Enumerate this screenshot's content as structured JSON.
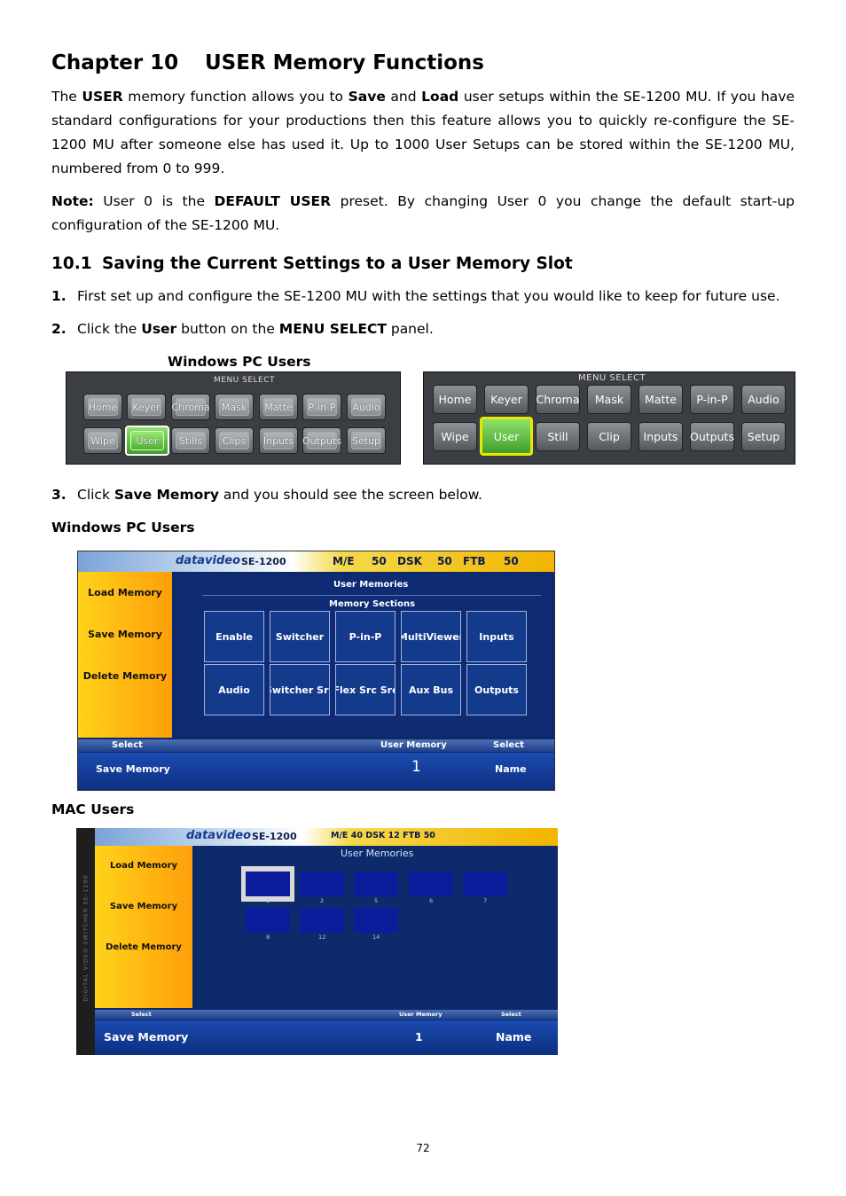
{
  "chapter": {
    "label": "Chapter 10",
    "title": "USER Memory Functions"
  },
  "intro": {
    "p1_a": "The ",
    "p1_b": "USER",
    "p1_c": " memory function allows you to ",
    "p1_d": "Save",
    "p1_e": " and ",
    "p1_f": "Load",
    "p1_g": " user setups within the SE-1200 MU. If you have standard configurations for your productions then this feature allows you to quickly re-configure the SE-1200 MU after someone else has used it. Up to 1000 User Setups can be stored within the SE-1200 MU, numbered from 0 to 999.",
    "note_label": "Note:",
    "note_a": " User 0 is the ",
    "note_b": "DEFAULT USER",
    "note_c": " preset. By changing User 0 you change the default start-up configuration of the SE-1200 MU."
  },
  "section": {
    "num": "10.1",
    "title": "Saving the Current Settings to a User Memory Slot"
  },
  "steps": [
    {
      "n": "1.",
      "text": "First set up and configure the SE-1200 MU with the settings that you would like to keep for future use."
    },
    {
      "n": "2.",
      "a": "Click the ",
      "b": "User",
      "c": " button on the ",
      "d": "MENU SELECT",
      "e": " panel."
    },
    {
      "n": "3.",
      "a": "Click ",
      "b": "Save Memory",
      "c": " and you should see the screen below."
    }
  ],
  "captions": {
    "pc1": "Windows PC Users",
    "pc2": "Windows PC Users",
    "mac": "MAC Users"
  },
  "menu_pc": {
    "title": "MENU SELECT",
    "row1": [
      "Home",
      "Keyer",
      "Chroma",
      "Mask",
      "Matte",
      "P-in-P",
      "Audio"
    ],
    "row2": [
      "Wipe",
      "User",
      "Stills",
      "Clips",
      "Inputs",
      "Outputs",
      "Setup"
    ]
  },
  "menu_mac": {
    "title": "MENU SELECT",
    "row1": [
      "Home",
      "Keyer",
      "Chroma",
      "Mask",
      "Matte",
      "P-in-P",
      "Audio"
    ],
    "row2": [
      "Wipe",
      "User",
      "Still",
      "Clip",
      "Inputs",
      "Outputs",
      "Setup"
    ]
  },
  "screen_pc": {
    "logo": "datavideo",
    "model": "SE-1200",
    "status": [
      "M/E",
      "50",
      "DSK",
      "50",
      "FTB",
      "50"
    ],
    "side": [
      "Load Memory",
      "Save Memory",
      "Delete Memory"
    ],
    "heading": "User Memories",
    "subheading": "Memory Sections",
    "sections": [
      "Enable",
      "Switcher",
      "P-in-P",
      "MultiViewer",
      "Inputs",
      "Audio",
      "Switcher Src",
      "Flex Src Src",
      "Aux Bus",
      "Outputs"
    ],
    "bar": {
      "left": "Select",
      "mid": "User Memory",
      "right": "Select"
    },
    "foot": {
      "left": "Save Memory",
      "mid": "1",
      "right": "Name"
    }
  },
  "screen_mac": {
    "logo": "datavideo",
    "model": "SE-1200",
    "status": "M/E 40  DSK 12  FTB 50",
    "vertical": "DIGITAL VIDEO SWITCHER  SE-1200",
    "side": [
      "Load Memory",
      "Save Memory",
      "Delete Memory"
    ],
    "heading": "User Memories",
    "slots": [
      "1",
      "2",
      "5",
      "6",
      "7",
      "8",
      "12",
      "14"
    ],
    "bar": {
      "left": "Select",
      "mid": "User Memory",
      "right": "Select"
    },
    "foot": {
      "left": "Save Memory",
      "mid": "1",
      "right": "Name"
    }
  },
  "page_number": "72"
}
